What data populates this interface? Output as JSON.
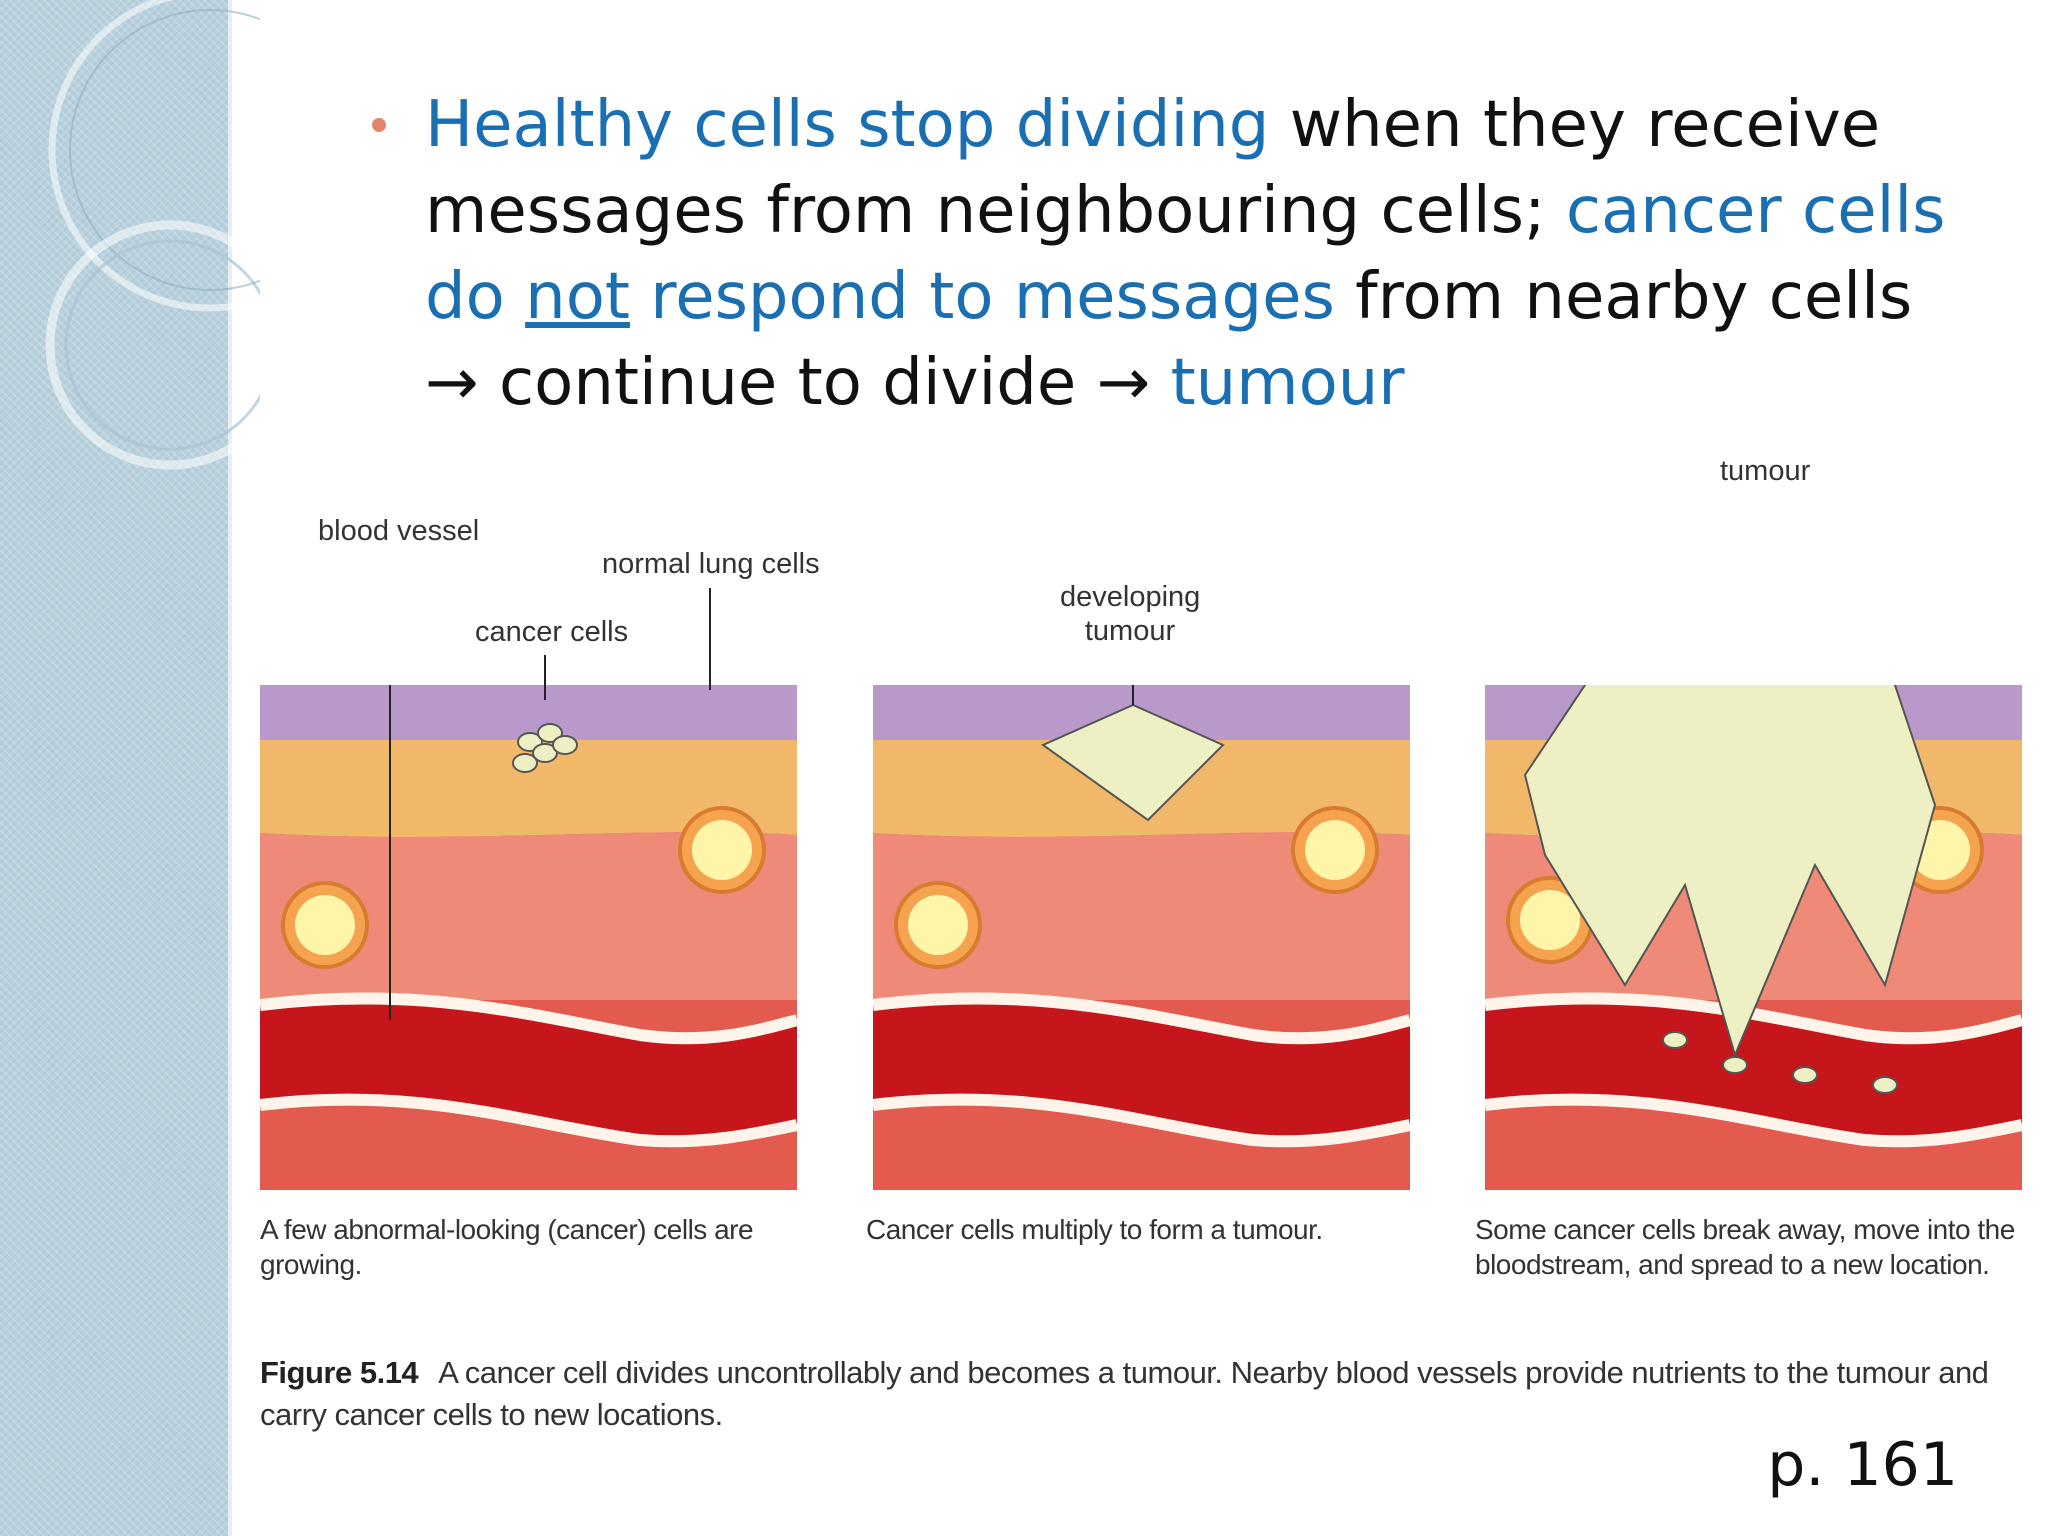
{
  "bullet_text": {
    "p1": "Healthy cells stop dividing",
    "p2": " when they receive messages from neighbouring cells; ",
    "p3": "cancer cells do ",
    "p4": "not",
    "p5": " respond to messages",
    "p6": " from nearby cells → continue to divide → ",
    "p7": "tumour"
  },
  "labels": {
    "blood_vessel": "blood vessel",
    "normal_lung_cells": "normal lung cells",
    "cancer_cells": "cancer cells",
    "developing_tumour": "developing tumour",
    "tumour": "tumour"
  },
  "captions": {
    "panel1": "A few abnormal-looking (cancer) cells are growing.",
    "panel2": "Cancer cells multiply to form a tumour.",
    "panel3": "Some cancer cells break away, move into the bloodstream, and spread to a new location."
  },
  "figure": {
    "number": "Figure 5.14",
    "caption": "A cancer cell divides uncontrollably and becomes a tumour. Nearby blood vessels provide nutrients to the tumour and carry cancer cells to new locations."
  },
  "page_ref": "p. 161",
  "colors": {
    "highlight_blue": "#1a6fb3",
    "bullet": "#e0856b",
    "sidebar": "#b9d1dd"
  }
}
